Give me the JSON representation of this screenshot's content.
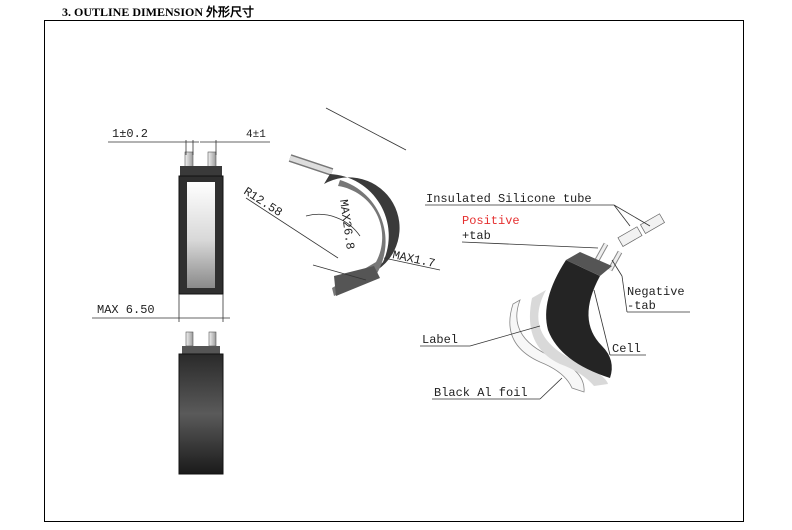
{
  "heading": "3. OUTLINE DIMENSION 外形尺寸",
  "dimensions": {
    "tab_width": "1±0.2",
    "tab_length": "4±1",
    "radius": "R12.58",
    "arc_length": "MAX26.8",
    "arc_thickness": "MAX1.7",
    "max_thickness": "MAX 6.50"
  },
  "labels": {
    "insulated_tube": "Insulated Silicone tube",
    "positive": "Positive",
    "positive_tab": "+tab",
    "negative": "Negative",
    "negative_tab": "-tab",
    "label": "Label",
    "cell": "Cell",
    "black_foil": "Black Al foil"
  },
  "colors": {
    "positive_text": "#e53030"
  }
}
